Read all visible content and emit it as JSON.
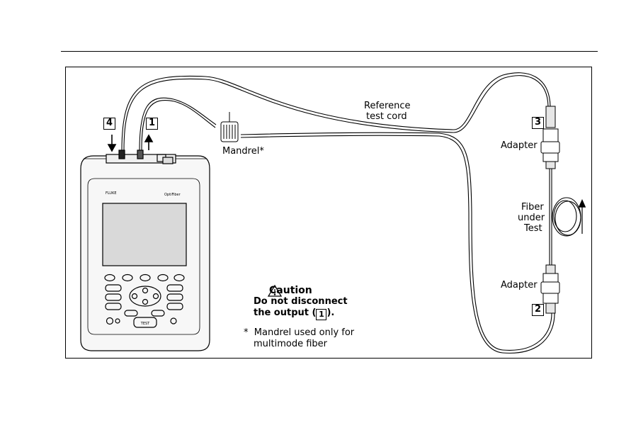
{
  "labels": {
    "reference_line1": "Reference",
    "reference_line2": "test cord",
    "mandrel": "Mandrel*",
    "adapter_top": "Adapter",
    "adapter_bottom": "Adapter",
    "fiber_line1": "Fiber",
    "fiber_line2": "under",
    "fiber_line3": "Test"
  },
  "callouts": {
    "n1": "1",
    "n2": "2",
    "n3": "3",
    "n4": "4"
  },
  "caution": {
    "title": "Caution",
    "line1": "Do not disconnect",
    "line2_pre": "the output (",
    "line2_box": "1",
    "line2_post": ")."
  },
  "footnote": {
    "marker": "*",
    "line1": "Mandrel used only for",
    "line2": "multimode fiber"
  },
  "device": {
    "brand": "FLUKE",
    "model": "OptiFiber",
    "test_key": "TEST"
  },
  "colors": {
    "line": "#000000",
    "screen": "#d9d9d9",
    "body": "#f7f7f7"
  }
}
